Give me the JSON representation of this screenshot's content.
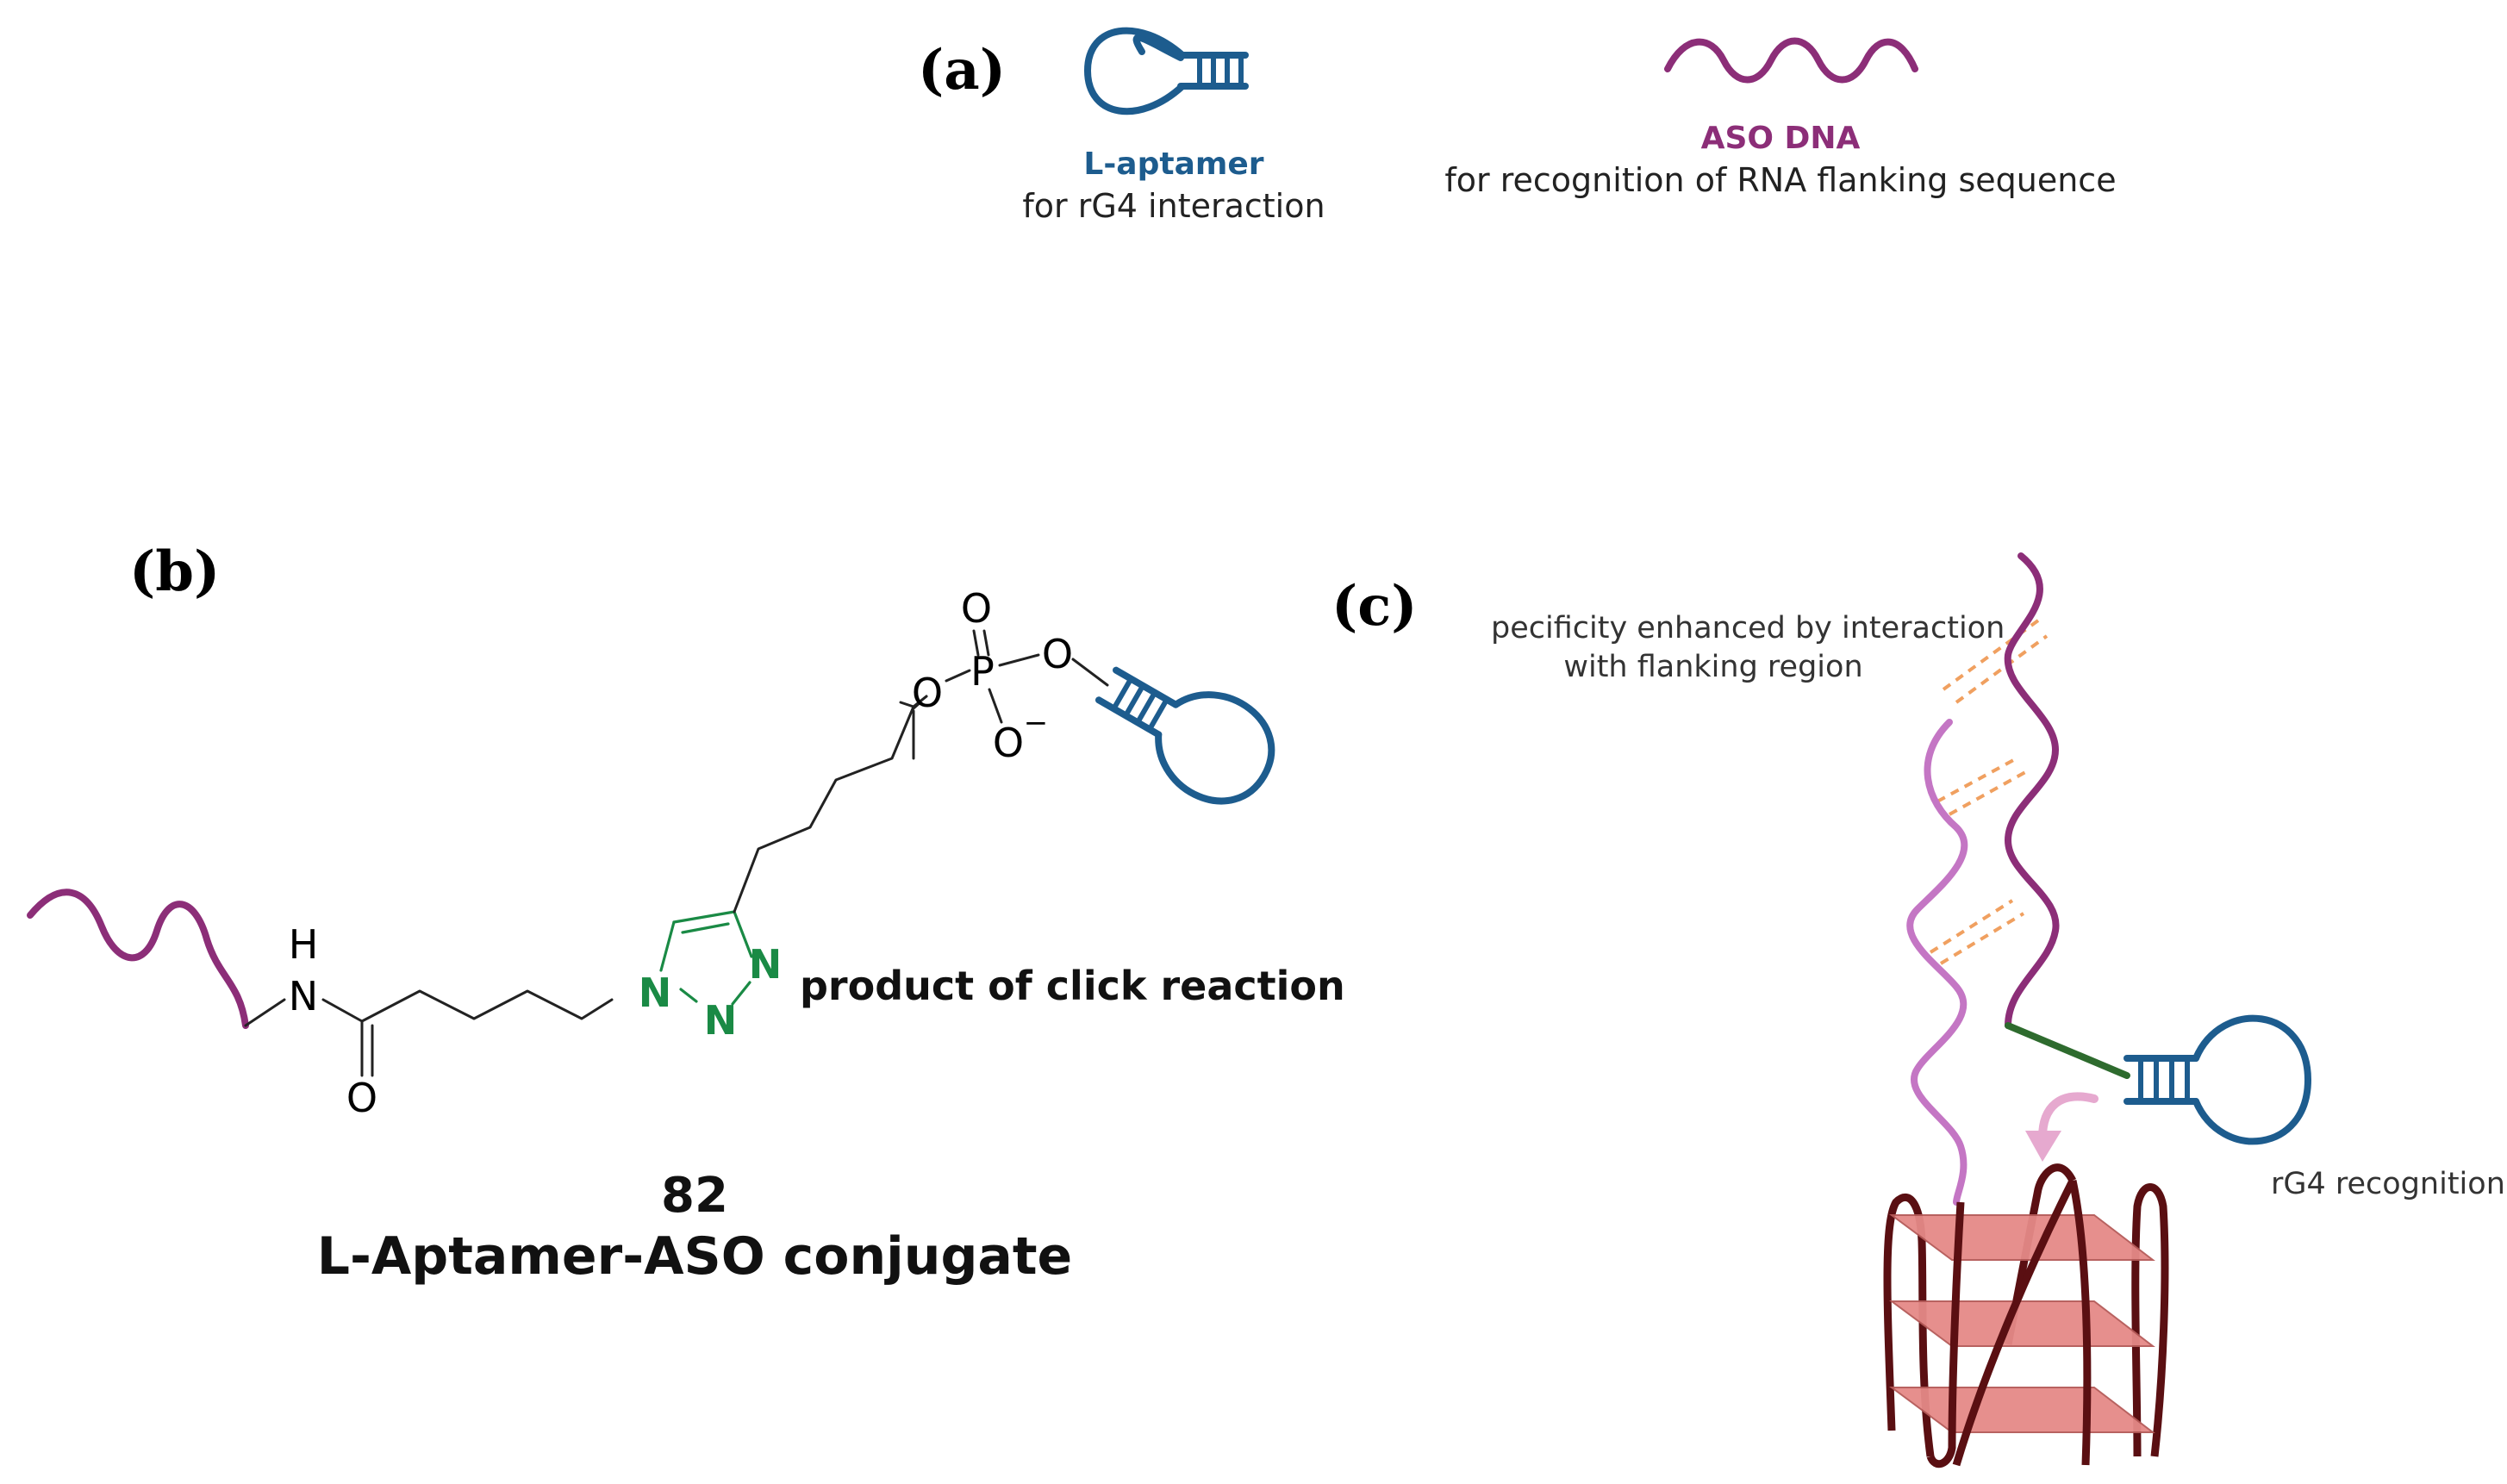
{
  "panels": {
    "a": "(a)",
    "b": "(b)",
    "c": "(c)"
  },
  "legend": {
    "aptamer_title": "L-aptamer",
    "aptamer_desc": "for rG4 interaction",
    "aso_title": "ASO DNA",
    "aso_desc": "for recognition of RNA flanking sequence"
  },
  "structure": {
    "atoms": {
      "o_carbonyl": "O",
      "nh_h": "H",
      "nh_n": "N",
      "triazole_n1": "N",
      "triazole_n2": "N",
      "triazole_n3": "N",
      "phosphate_p": "P",
      "phosphate_o_top": "O",
      "phosphate_o_left": "O",
      "phosphate_o_right": "O",
      "phosphate_o_minus": "O",
      "minus_sign": "−"
    },
    "product_label": "product of click reaction",
    "compound_number": "82",
    "compound_name": "L-Aptamer-ASO conjugate"
  },
  "panel_c": {
    "specificity_label_1": "pecificity enhanced by interaction",
    "specificity_label_2": "with flanking region",
    "rg4_label": "rG4 recognition"
  },
  "colors": {
    "aptamer": "#1d5c8e",
    "aso": "#8c2e78",
    "triazole": "#1a8a45",
    "rna_strand": "#c476c4",
    "g4_dark": "#5a0f12",
    "g4_plate": "#e58a87",
    "hbond": "#f0a060",
    "linker": "#2e6b2e"
  }
}
